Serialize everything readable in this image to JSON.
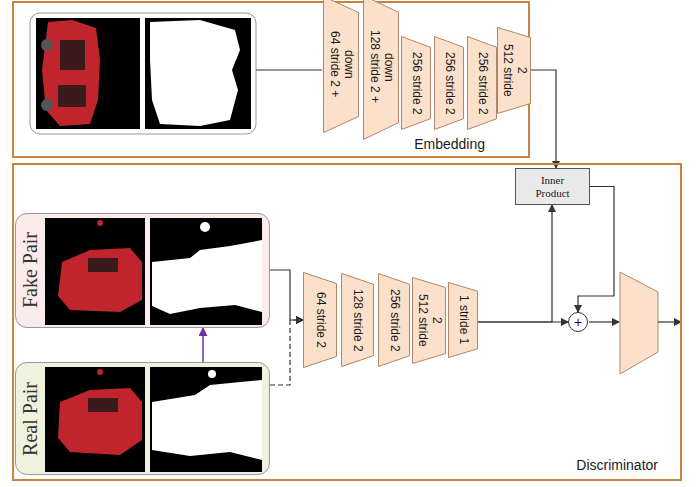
{
  "diagram": {
    "nodes": [
      {
        "text": [
          "Embedding"
        ]
      },
      {
        "text": [
          "64 stride 2 + down"
        ],
        "in": 0
      },
      {
        "text": [
          "128 stride 2 + down"
        ],
        "in": 0
      },
      {
        "text": [
          "256 stride 2"
        ],
        "in": 0
      },
      {
        "text": [
          "256 stride 2"
        ],
        "in": 0
      },
      {
        "text": [
          "256 stride 2"
        ],
        "in": 0
      },
      {
        "text": [
          "512 stride 2"
        ],
        "in": 0
      },
      {
        "text": [
          "Discriminator"
        ]
      },
      {
        "text": [
          "Fake Pair"
        ],
        "in": 7
      },
      {
        "text": [
          "Real Pair"
        ],
        "in": 7
      },
      {
        "text": [
          "64 stride 2"
        ],
        "in": 7
      },
      {
        "text": [
          "128 stride 2"
        ],
        "in": 7
      },
      {
        "text": [
          "256 stride 2"
        ],
        "in": 7
      },
      {
        "text": [
          "512 stride 2"
        ],
        "in": 7
      },
      {
        "text": [
          "1 stride 1"
        ],
        "in": 7
      },
      {
        "text": [
          "Inner Product"
        ],
        "in": 7
      },
      {
        "text": [
          "+"
        ],
        "in": 7
      }
    ],
    "edges": [
      {
        "from": 9,
        "to": 8,
        "arrow": "to"
      },
      {
        "from": 8,
        "to": 10,
        "arrow": "to"
      },
      {
        "from": 9,
        "to": 10,
        "arrow": "to"
      },
      {
        "from": 6,
        "to": 15,
        "arrow": "to"
      },
      {
        "from": 14,
        "to": 16,
        "arrow": "to"
      },
      {
        "from": 14,
        "to": 15,
        "arrow": "to"
      },
      {
        "from": 15,
        "to": 16,
        "arrow": "to"
      }
    ]
  }
}
